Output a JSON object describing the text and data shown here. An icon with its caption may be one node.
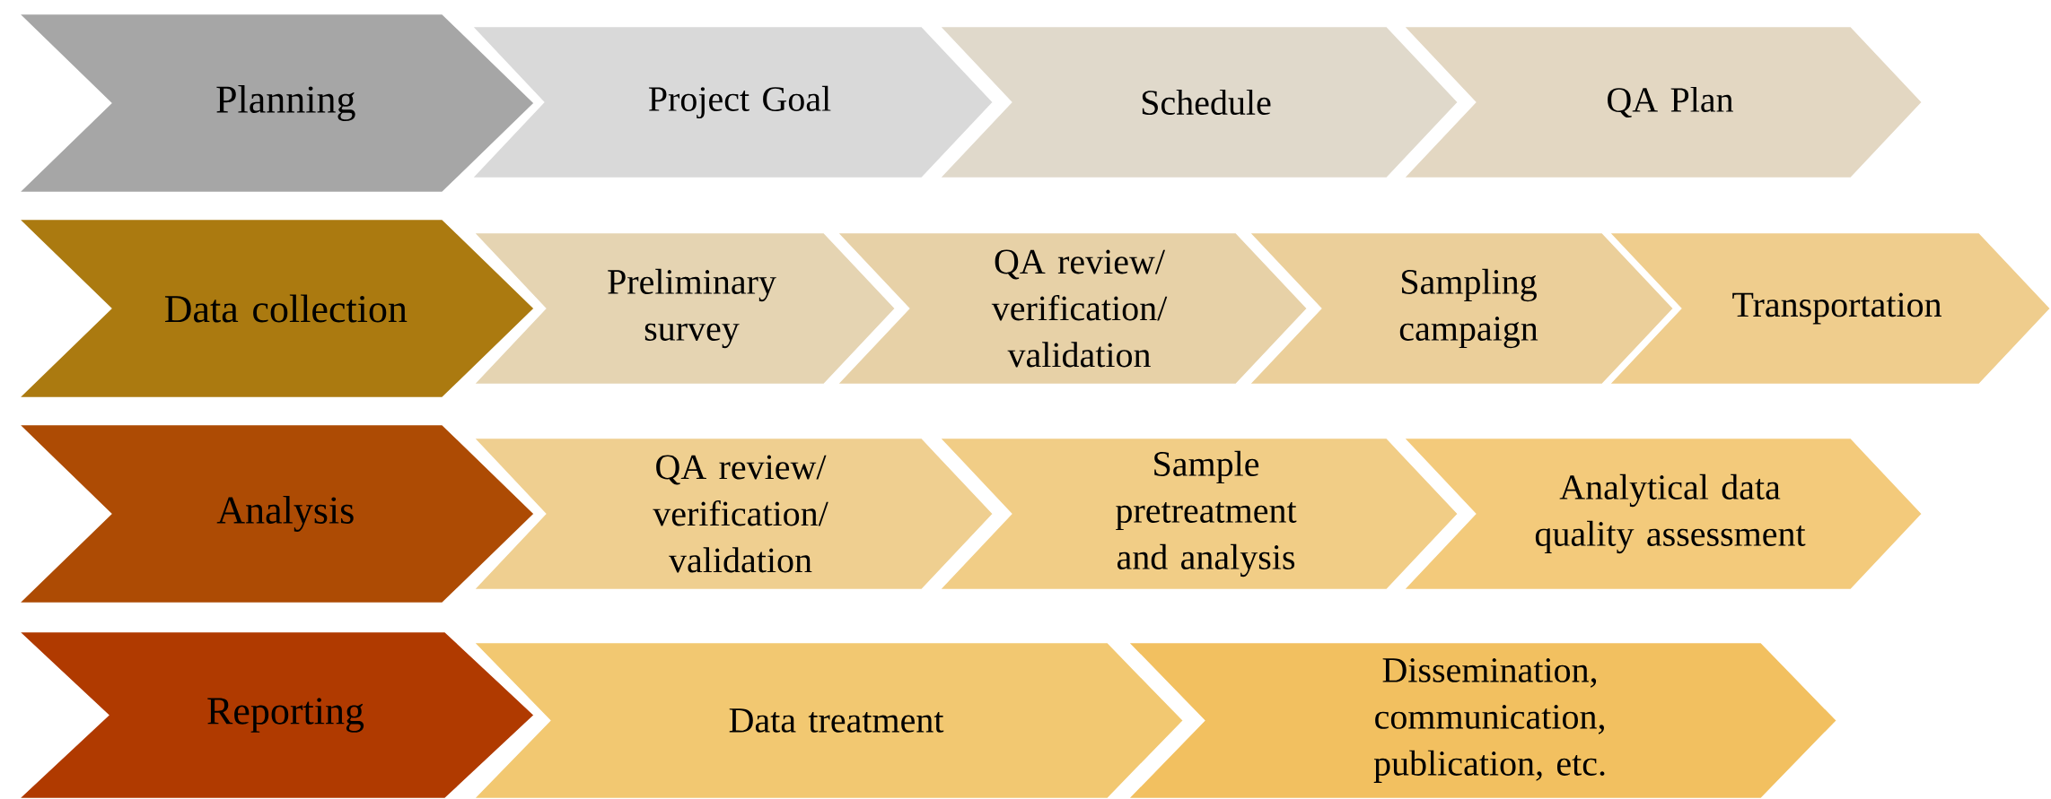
{
  "diagram": {
    "nodes": [
      {
        "text": [
          "Planning"
        ]
      },
      {
        "text": [
          "Project Goal"
        ]
      },
      {
        "text": [
          "Schedule"
        ]
      },
      {
        "text": [
          "QA Plan"
        ]
      },
      {
        "text": [
          "Data collection"
        ]
      },
      {
        "text": [
          "Preliminary survey"
        ]
      },
      {
        "text": [
          "QA review/ verification/ validation"
        ]
      },
      {
        "text": [
          "Sampling campaign"
        ]
      },
      {
        "text": [
          "Transportation"
        ]
      },
      {
        "text": [
          "Analysis"
        ]
      },
      {
        "text": [
          "QA review/ verification/ validation"
        ]
      },
      {
        "text": [
          "Sample pretreatment and analysis"
        ]
      },
      {
        "text": [
          "Analytical data quality assessment"
        ]
      },
      {
        "text": [
          "Reporting"
        ]
      },
      {
        "text": [
          "Data treatment"
        ]
      },
      {
        "text": [
          "Dissemination, communication, publication, etc."
        ]
      }
    ]
  }
}
